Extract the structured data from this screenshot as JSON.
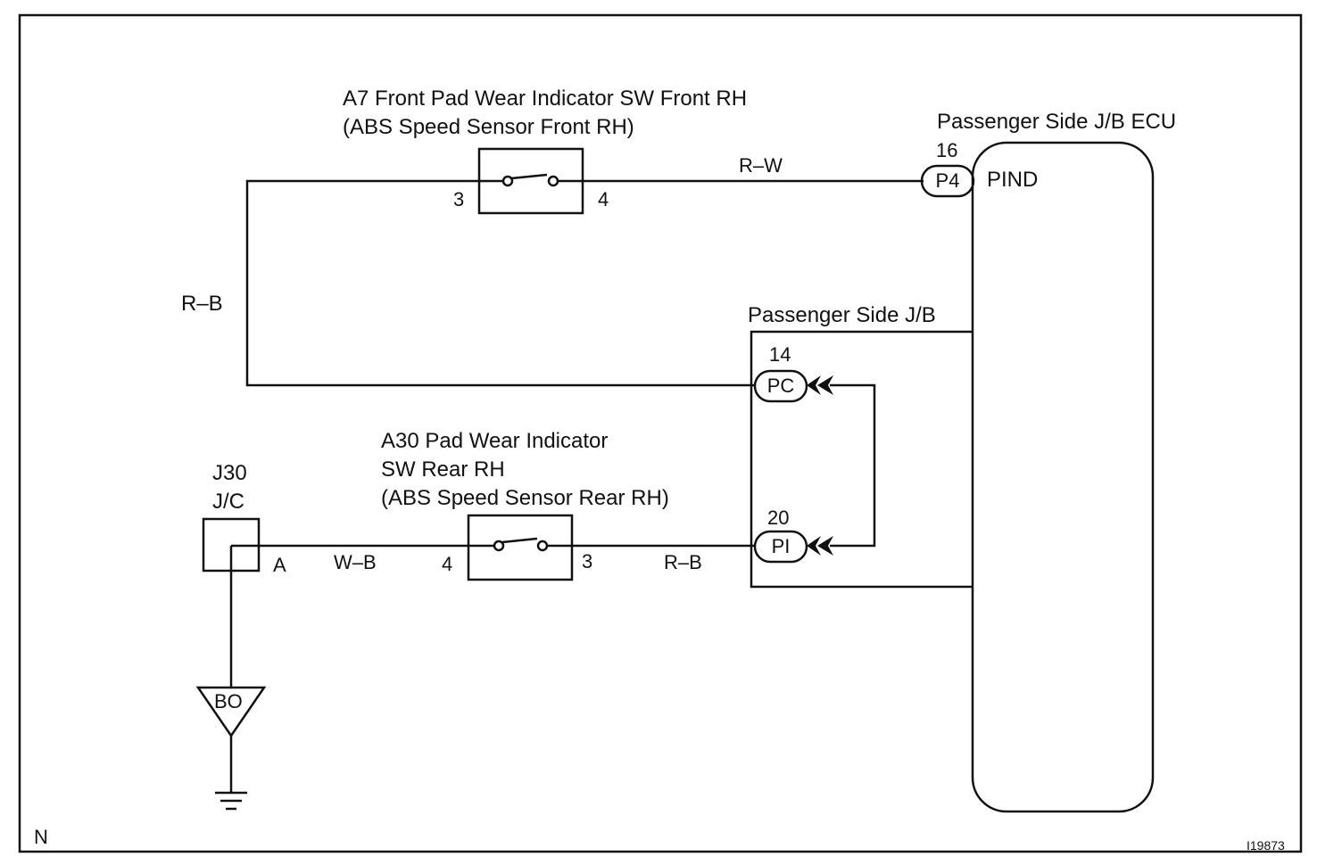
{
  "front_switch": {
    "title_line1": "A7 Front Pad Wear Indicator SW Front RH",
    "title_line2": "(ABS Speed Sensor Front RH)",
    "pin_left": "3",
    "pin_right": "4"
  },
  "rear_switch": {
    "title_line1": "A30 Pad Wear Indicator",
    "title_line2": "SW Rear RH",
    "title_line3": "(ABS Speed Sensor Rear RH)",
    "pin_left": "4",
    "pin_right": "3"
  },
  "ecu": {
    "title": "Passenger Side J/B ECU",
    "pin_number": "16",
    "connector": "P4",
    "terminal": "PIND"
  },
  "junction_block": {
    "title": "Passenger Side J/B",
    "pc_number": "14",
    "pc_label": "PC",
    "pi_number": "20",
    "pi_label": "PI"
  },
  "junction_connector": {
    "id": "J30",
    "type": "J/C",
    "terminal": "A"
  },
  "ground": {
    "label": "BO"
  },
  "wires": {
    "top": "R–W",
    "left": "R–B",
    "bottom_left": "W–B",
    "bottom_right": "R–B"
  },
  "footer": {
    "left": "N",
    "right": "I19873"
  }
}
